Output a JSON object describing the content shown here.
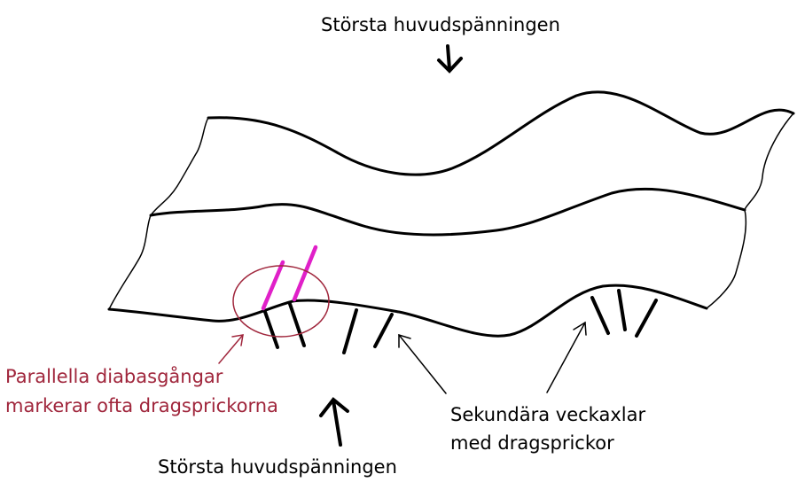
{
  "labels": {
    "top_stress": "Största huvudspänningen",
    "bottom_stress": "Största huvudspänningen",
    "dikes_line1": "Parallella diabasgångar",
    "dikes_line2": "markerar ofta dragsprickorna",
    "axes_line1": "Sekundära veckaxlar",
    "axes_line2": "med dragsprickor"
  },
  "colors": {
    "outline": "#000000",
    "dike": "#e020c8",
    "annotation": "#a0263c"
  }
}
